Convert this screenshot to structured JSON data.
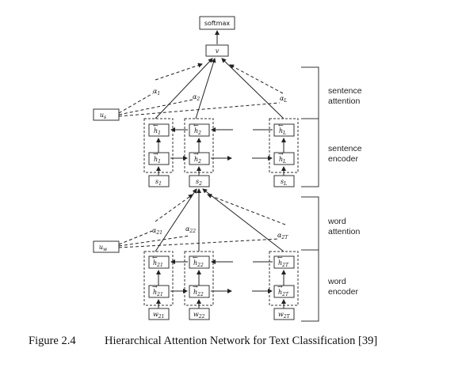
{
  "diagram": {
    "top": {
      "softmax": "softmax",
      "v": "v"
    },
    "sentence_context": "u",
    "sentence_context_sub": "s",
    "word_context": "u",
    "word_context_sub": "w",
    "sentence_attn": {
      "a1": "α",
      "a1_sub": "1",
      "a2": "α",
      "a2_sub": "2",
      "aL": "α",
      "aL_sub": "L"
    },
    "sentence_cells": {
      "h1_back": "h",
      "h1_sub": "1",
      "h2_back": "h",
      "h2_sub": "2",
      "hL_back": "h",
      "hL_sub": "L",
      "h1_fwd": "h",
      "h2_fwd": "h",
      "hL_fwd": "h",
      "s1": "s",
      "s1_sub": "1",
      "s2": "s",
      "s2_sub": "2",
      "sL": "s",
      "sL_sub": "L"
    },
    "word_attn": {
      "a21": "α",
      "a21_sub": "21",
      "a22": "α",
      "a22_sub": "22",
      "a2T": "α",
      "a2T_sub": "2T"
    },
    "word_cells": {
      "h": "h",
      "h21_sub": "21",
      "h22_sub": "22",
      "h2T_sub": "2T",
      "w": "w",
      "w21_sub": "21",
      "w22_sub": "22",
      "w2T_sub": "2T"
    },
    "side_labels": {
      "sentence_attention_1": "sentence",
      "sentence_attention_2": "attention",
      "sentence_encoder_1": "sentence",
      "sentence_encoder_2": "encoder",
      "word_attention_1": "word",
      "word_attention_2": "attention",
      "word_encoder_1": "word",
      "word_encoder_2": "encoder"
    }
  },
  "caption": {
    "number": "Figure 2.4",
    "text": "Hierarchical Attention Network for Text Classification [39]"
  }
}
